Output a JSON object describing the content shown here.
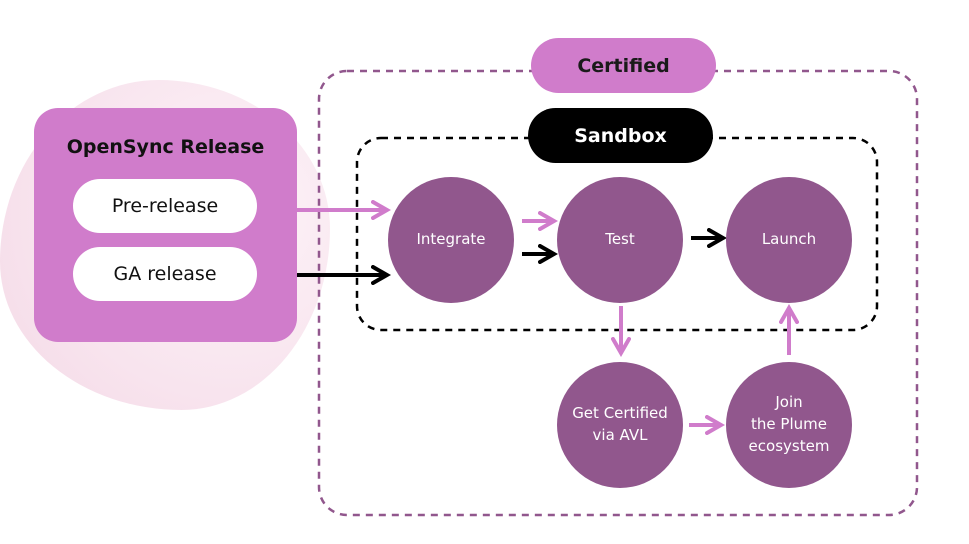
{
  "diagram": {
    "source": {
      "title": "OpenSync Release",
      "items": [
        {
          "label": "Pre-release"
        },
        {
          "label": "GA release"
        }
      ]
    },
    "containers": {
      "certified": {
        "label": "Certified"
      },
      "sandbox": {
        "label": "Sandbox"
      }
    },
    "nodes": {
      "integrate": {
        "label": "Integrate"
      },
      "test": {
        "label": "Test"
      },
      "launch": {
        "label": "Launch"
      },
      "certify": {
        "label": "Get Certified\nvia AVL"
      },
      "join": {
        "label": "Join\nthe Plume\necosystem"
      }
    },
    "edges": [
      {
        "from": "Pre-release",
        "to": "Integrate",
        "color": "pink"
      },
      {
        "from": "GA release",
        "to": "Integrate",
        "color": "black"
      },
      {
        "from": "Integrate",
        "to": "Test",
        "color": "pink"
      },
      {
        "from": "Integrate",
        "to": "Test",
        "color": "black"
      },
      {
        "from": "Test",
        "to": "Launch",
        "color": "black"
      },
      {
        "from": "Test",
        "to": "Get Certified via AVL",
        "color": "pink"
      },
      {
        "from": "Get Certified via AVL",
        "to": "Join the Plume ecosystem",
        "color": "pink"
      },
      {
        "from": "Join the Plume ecosystem",
        "to": "Launch",
        "color": "pink"
      }
    ],
    "colors": {
      "pink": "#d07ccb",
      "node": "#91578d",
      "black": "#000000",
      "certified_border": "#91578d"
    }
  }
}
